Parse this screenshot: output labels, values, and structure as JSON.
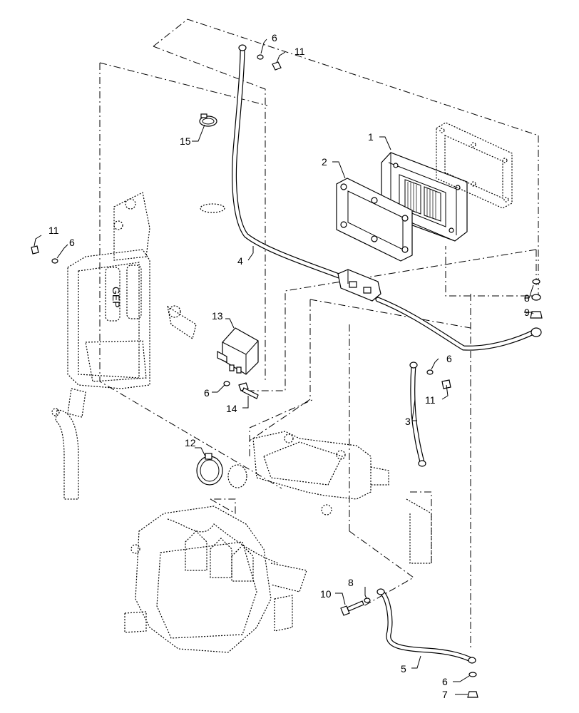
{
  "callouts": {
    "c1": "1",
    "c2": "2",
    "c3": "3",
    "c4": "4",
    "c5": "5",
    "c6a": "6",
    "c6b": "6",
    "c6c": "6",
    "c6d": "6",
    "c6e": "6",
    "c7": "7",
    "c8a": "8",
    "c8b": "8",
    "c9": "9",
    "c10": "10",
    "c11a": "11",
    "c11b": "11",
    "c11c": "11",
    "c12": "12",
    "c13": "13",
    "c14": "14",
    "c15": "15"
  },
  "relay_label": "GEP"
}
